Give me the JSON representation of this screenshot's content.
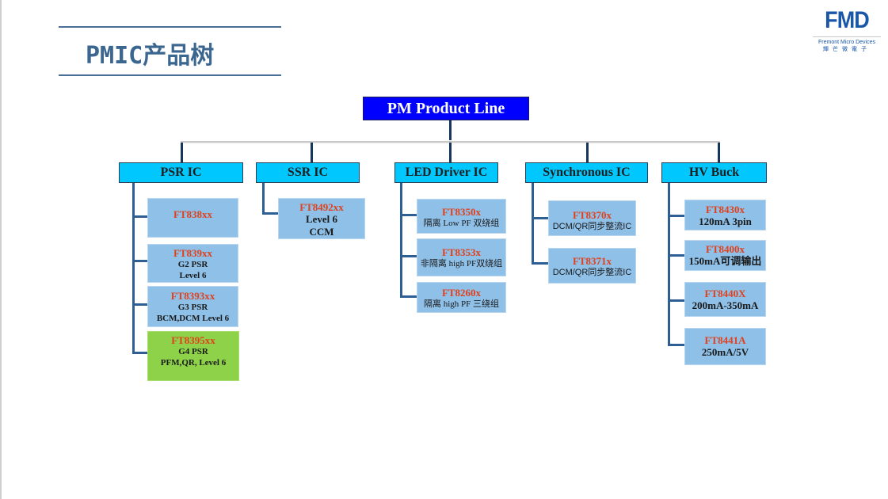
{
  "page": {
    "title": "PMIC产品树"
  },
  "logo": {
    "mark": "FMD",
    "company_en": "Fremont Micro Devices",
    "company_cn": "輝芒微電子"
  },
  "tree": {
    "root": "PM Product Line",
    "categories": [
      {
        "label": "PSR IC",
        "products": [
          {
            "code": "FT838xx",
            "lines": []
          },
          {
            "code": "FT839xx",
            "lines": [
              "G2 PSR",
              "Level 6"
            ]
          },
          {
            "code": "FT8393xx",
            "lines": [
              "G3 PSR",
              "BCM,DCM Level 6"
            ]
          },
          {
            "code": "FT8395xx",
            "lines": [
              "G4 PSR",
              "PFM,QR, Level 6"
            ],
            "highlight": "#8ed24a"
          }
        ]
      },
      {
        "label": "SSR IC",
        "products": [
          {
            "code": "FT8492xx",
            "lines": [
              "Level 6",
              "CCM"
            ]
          }
        ]
      },
      {
        "label": "LED Driver IC",
        "products": [
          {
            "code": "FT8350x",
            "lines": [
              "隔离 Low PF 双绕组"
            ]
          },
          {
            "code": "FT8353x",
            "lines": [
              "非隔离 high PF双绕组"
            ]
          },
          {
            "code": "FT8260x",
            "lines": [
              "隔离 high PF 三绕组"
            ]
          }
        ]
      },
      {
        "label": "Synchronous IC",
        "products": [
          {
            "code": "FT8370x",
            "lines": [
              "DCM/QR同步整流IC"
            ]
          },
          {
            "code": "FT8371x",
            "lines": [
              "DCM/QR同步整流IC"
            ]
          }
        ]
      },
      {
        "label": "HV  Buck",
        "products": [
          {
            "code": "FT8430x",
            "lines": [
              "120mA 3pin"
            ]
          },
          {
            "code": "FT8400x",
            "lines": [
              "150mA可调输出"
            ]
          },
          {
            "code": "FT8440X",
            "lines": [
              "200mA-350mA"
            ]
          },
          {
            "code": "FT8441A",
            "lines": [
              "250mA/5V"
            ]
          }
        ]
      }
    ]
  },
  "colors": {
    "title": "#3b6690",
    "root_fill": "#0000ff",
    "category_fill": "#00c8ff",
    "leaf_fill": "#8fc0e8",
    "leaf_highlight": "#8ed24a",
    "product_code": "#e0401c",
    "connector": "#2d5f95"
  }
}
